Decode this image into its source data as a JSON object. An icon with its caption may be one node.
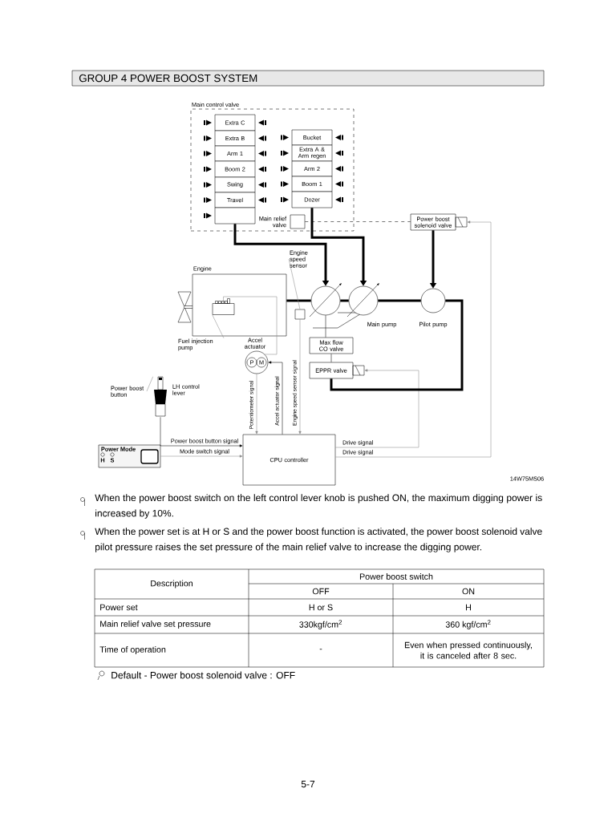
{
  "diagram": {
    "title": "GROUP 4 POWER BOOST SYSTEM",
    "nodes": [
      {
        "text": [
          "Main control valve"
        ]
      },
      {
        "text": [
          "Extra C"
        ],
        "in": 0
      },
      {
        "text": [
          "Extra B"
        ],
        "in": 0
      },
      {
        "text": [
          "Arm 1"
        ],
        "in": 0
      },
      {
        "text": [
          "Boom 2"
        ],
        "in": 0
      },
      {
        "text": [
          "Swing"
        ],
        "in": 0
      },
      {
        "text": [
          "Travel"
        ],
        "in": 0
      },
      {
        "text": [],
        "shape": "box",
        "in": 0
      },
      {
        "text": [
          "Bucket"
        ],
        "in": 0
      },
      {
        "text": [
          "Extra A & Arm regen"
        ],
        "in": 0
      },
      {
        "text": [
          "Arm 2"
        ],
        "in": 0
      },
      {
        "text": [
          "Boom 1"
        ],
        "in": 0
      },
      {
        "text": [
          "Dozer"
        ],
        "in": 0
      },
      {
        "text": [],
        "shape": "box",
        "beside": [
          "Main relief valve"
        ],
        "in": 0
      },
      {
        "text": [
          "Power boost solenoid valve"
        ]
      },
      {
        "text": [
          "Engine"
        ]
      },
      {
        "text": [],
        "shape": "box",
        "in": 15
      },
      {
        "text": [
          "Fuel injection pump"
        ]
      },
      {
        "text": [],
        "shape": "box"
      },
      {
        "text": [
          "Engine speed sensor"
        ]
      },
      {
        "text": [],
        "shape": "circle"
      },
      {
        "text": [],
        "shape": "circle",
        "beside": [
          "Main pump"
        ]
      },
      {
        "text": [],
        "shape": "circle",
        "beside": [
          "Pilot pump"
        ]
      },
      {
        "text": [
          "P",
          "M"
        ],
        "beside": [
          "Accel actuator"
        ]
      },
      {
        "text": [
          "Max flow CO valve"
        ]
      },
      {
        "text": [
          "EPPR valve"
        ]
      },
      {
        "text": [],
        "shape": "picture",
        "beside": [
          "LH control lever"
        ]
      },
      {
        "text": [
          "Power boost button"
        ]
      },
      {
        "text": [
          "Power Mode",
          "H",
          "S"
        ]
      },
      {
        "text": [
          "CPU controller"
        ]
      }
    ],
    "edges": [
      {
        "from": 7,
        "to": 20,
        "arrow": "to",
        "style": "thick"
      },
      {
        "from": 12,
        "to": 21,
        "arrow": "to",
        "style": "thick"
      },
      {
        "from": 14,
        "to": 22,
        "arrow": "to",
        "style": "thick"
      },
      {
        "from": 13,
        "to": 14,
        "arrow": "none",
        "style": "dashed"
      },
      {
        "from": 29,
        "to": 14,
        "arrow": "to",
        "label": "Drive signal",
        "color": "#888888"
      },
      {
        "from": 29,
        "to": 25,
        "arrow": "to",
        "label": "Drive signal",
        "color": "#888888"
      },
      {
        "from": 22,
        "to": 25,
        "arrow": "none",
        "style": "thick"
      },
      {
        "from": 20,
        "to": 24,
        "arrow": "none"
      },
      {
        "from": 24,
        "to": 25,
        "arrow": "none"
      },
      {
        "from": 23,
        "to": 16,
        "arrow": "none",
        "color": "#888888"
      },
      {
        "from": 23,
        "to": 29,
        "arrow": "to",
        "label": "Potentiometer signal",
        "color": "#888888"
      },
      {
        "from": 29,
        "to": 23,
        "arrow": "to",
        "label": "Accel actuator signal"
      },
      {
        "from": 18,
        "to": 29,
        "arrow": "to",
        "label": "Engine speed sensor signal",
        "color": "#888888"
      },
      {
        "from": 26,
        "to": 29,
        "arrow": "to",
        "label": "Power boost button signal"
      },
      {
        "from": 28,
        "to": 29,
        "arrow": "to",
        "label": "Mode switch signal",
        "color": "#888888"
      },
      {
        "from": 15,
        "to": 20,
        "arrow": "none",
        "style": "thick"
      },
      {
        "from": 20,
        "to": 21,
        "arrow": "none",
        "style": "thick"
      },
      {
        "from": 21,
        "to": 22,
        "arrow": "none",
        "style": "thick"
      },
      {
        "from": 17,
        "to": 16,
        "arrow": "none",
        "color": "#888888"
      },
      {
        "from": 19,
        "to": 18,
        "arrow": "none",
        "color": "#888888"
      },
      {
        "from": 27,
        "to": 26,
        "arrow": "none",
        "color": "#888888"
      }
    ],
    "labels": [
      "14W75MS06",
      "When the power boost switch on the left control lever knob is pushed ON, the maximum digging power is increased by 10%.",
      "When the power set is at H or S and the power boost function is activated, the power boost solenoid valve pilot pressure raises the set pressure of the main relief valve to increase the digging power.",
      "Description",
      "Power boost switch",
      "OFF",
      "ON",
      "Power set",
      "H or S",
      "H",
      "Main relief valve set pressure",
      "330kgf/cm$^{2}$",
      "360 kgf/cm$^{2}$",
      "Time of operation",
      "-",
      "Even when pressed continuously, it is canceled after 8 sec.",
      "Default - Power boost solenoid valve : OFF",
      "5-7"
    ]
  }
}
